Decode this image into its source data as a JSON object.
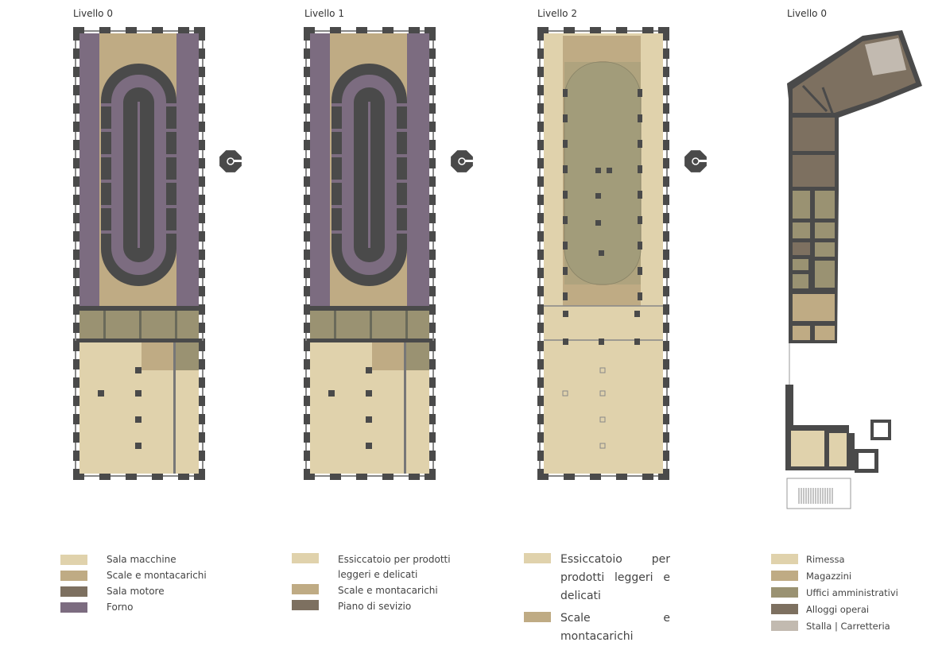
{
  "colors": {
    "wall": "#4a4a4a",
    "sala_macchine": "#e0d2ac",
    "scale": "#bfab84",
    "sala_motore": "#7d7060",
    "forno": "#7c6c80",
    "uffici": "#9a9272",
    "stalla": "#c2bab0",
    "essiccatoio_centro": "#a39c7a"
  },
  "titles": [
    "Livello 0",
    "Livello 1",
    "Livello 2",
    "Livello 0"
  ],
  "legends": [
    [
      {
        "label": "Sala macchine",
        "color": "#e0d2ac"
      },
      {
        "label": "Scale e montacarichi",
        "color": "#bfab84"
      },
      {
        "label": "Sala motore",
        "color": "#7d7060"
      },
      {
        "label": "Forno",
        "color": "#7c6c80"
      }
    ],
    [
      {
        "label": "Essiccatoio per prodotti leggeri e delicati",
        "color": "#e0d2ac"
      },
      {
        "label": "Scale e montacarichi",
        "color": "#bfab84"
      },
      {
        "label": "Piano di sevizio",
        "color": "#7d7060"
      }
    ],
    [
      {
        "label": "Essiccatoio per prodotti leggeri e delicati",
        "color": "#e0d2ac"
      },
      {
        "label": "Scale e montacarichi",
        "color": "#bfab84"
      }
    ],
    [
      {
        "label": "Rimessa",
        "color": "#e0d2ac"
      },
      {
        "label": "Magazzini",
        "color": "#bfab84"
      },
      {
        "label": "Uffici amministrativi",
        "color": "#9a9272"
      },
      {
        "label": "Alloggi operai",
        "color": "#7d7060"
      },
      {
        "label": "Stalla | Carretteria",
        "color": "#c2bab0"
      }
    ]
  ]
}
